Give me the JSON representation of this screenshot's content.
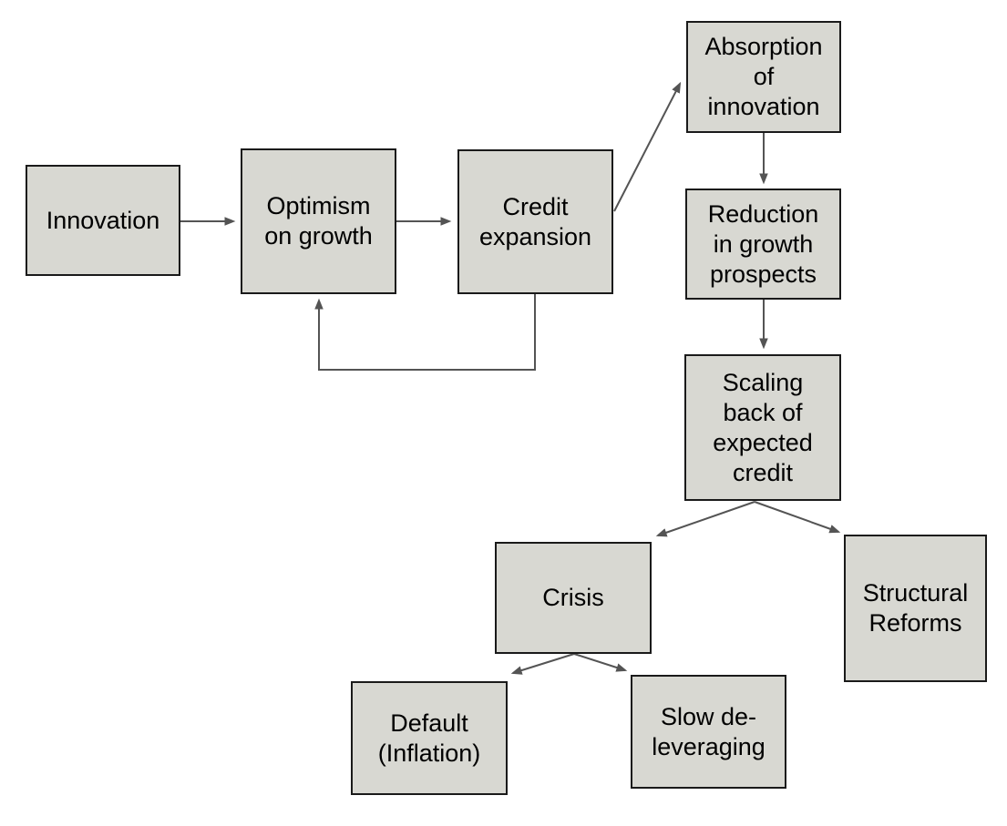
{
  "diagram": {
    "type": "flowchart",
    "colors": {
      "background": "#ffffff",
      "node_fill": "#d8d8d2",
      "node_border": "#1a1a1a",
      "arrow": "#545454",
      "text": "#000000"
    },
    "nodes": [
      {
        "id": "innovation",
        "label": "Innovation"
      },
      {
        "id": "optimism-on-growth",
        "label": "Optimism\non growth"
      },
      {
        "id": "credit-expansion",
        "label": "Credit\nexpansion"
      },
      {
        "id": "absorption-of-innovation",
        "label": "Absorption\nof\ninnovation"
      },
      {
        "id": "reduction-in-growth-prospects",
        "label": "Reduction\nin growth\nprospects"
      },
      {
        "id": "scaling-back-of-expected-credit",
        "label": "Scaling\nback of\nexpected\ncredit"
      },
      {
        "id": "crisis",
        "label": "Crisis"
      },
      {
        "id": "structural-reforms",
        "label": "Structural\nReforms"
      },
      {
        "id": "default-inflation",
        "label": "Default\n(Inflation)"
      },
      {
        "id": "slow-de-leveraging",
        "label": "Slow de-\nleveraging"
      }
    ],
    "edges": [
      {
        "from": "innovation",
        "to": "optimism-on-growth"
      },
      {
        "from": "optimism-on-growth",
        "to": "credit-expansion"
      },
      {
        "from": "credit-expansion",
        "to": "absorption-of-innovation"
      },
      {
        "from": "credit-expansion",
        "to": "optimism-on-growth",
        "style": "feedback-elbow"
      },
      {
        "from": "absorption-of-innovation",
        "to": "reduction-in-growth-prospects"
      },
      {
        "from": "reduction-in-growth-prospects",
        "to": "scaling-back-of-expected-credit"
      },
      {
        "from": "scaling-back-of-expected-credit",
        "to": "crisis"
      },
      {
        "from": "scaling-back-of-expected-credit",
        "to": "structural-reforms"
      },
      {
        "from": "crisis",
        "to": "default-inflation"
      },
      {
        "from": "crisis",
        "to": "slow-de-leveraging"
      }
    ]
  }
}
